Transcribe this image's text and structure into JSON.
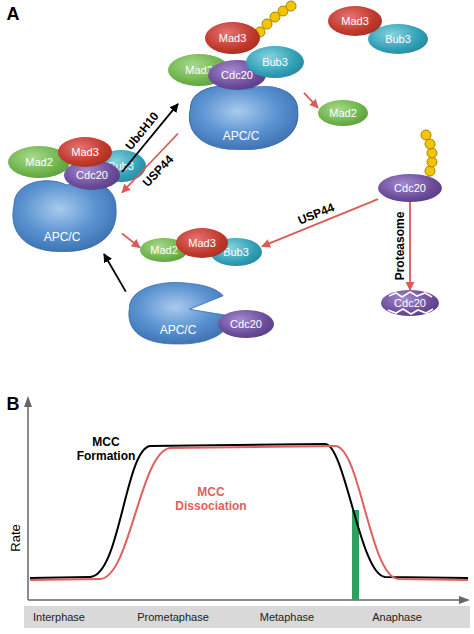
{
  "diagram": {
    "nodes": [
      {
        "text": [
          "Mad3"
        ]
      },
      {
        "text": [
          "Mad3"
        ]
      },
      {
        "text": [
          "Bub3"
        ]
      },
      {
        "text": [
          "Mad2"
        ]
      },
      {
        "text": [
          "Cdc20"
        ]
      },
      {
        "text": [
          "Bub3"
        ]
      },
      {
        "text": [
          "APC/C"
        ]
      },
      {
        "text": [
          "Mad2"
        ]
      },
      {
        "text": [
          "Mad2"
        ]
      },
      {
        "text": [
          "Mad3"
        ]
      },
      {
        "text": [
          "Bub3"
        ]
      },
      {
        "text": [
          "Cdc20"
        ]
      },
      {
        "text": [
          "APC/C"
        ]
      },
      {
        "text": [
          "Cdc20"
        ]
      },
      {
        "text": [
          "Mad2"
        ]
      },
      {
        "text": [
          "Mad3"
        ]
      },
      {
        "text": [
          "Bub3"
        ]
      },
      {
        "text": [
          "APC/C"
        ]
      },
      {
        "text": [
          "Cdc20"
        ]
      },
      {
        "text": [
          "Cdc20"
        ]
      },
      {
        "text": [
          "Interphase",
          "Prometaphase",
          "Metaphase",
          "Anaphase"
        ]
      }
    ],
    "edges": [
      {
        "from": 12,
        "to": 6,
        "arrow": "to",
        "label": "UbcH10"
      },
      {
        "from": 6,
        "to": 12,
        "arrow": "to",
        "label": "USP44"
      },
      {
        "from": 6,
        "to": 7,
        "arrow": "to"
      },
      {
        "from": 13,
        "to": 19,
        "arrow": "to",
        "label": "Proteasome"
      },
      {
        "from": 13,
        "to": 16,
        "arrow": "to",
        "label": "USP44"
      },
      {
        "from": 17,
        "to": 12,
        "arrow": "to"
      },
      {
        "from": 12,
        "to": 14,
        "arrow": "to"
      }
    ],
    "labels": [
      "A",
      "B",
      "MCC Formation",
      "MCC Dissociation",
      "Rate"
    ]
  }
}
